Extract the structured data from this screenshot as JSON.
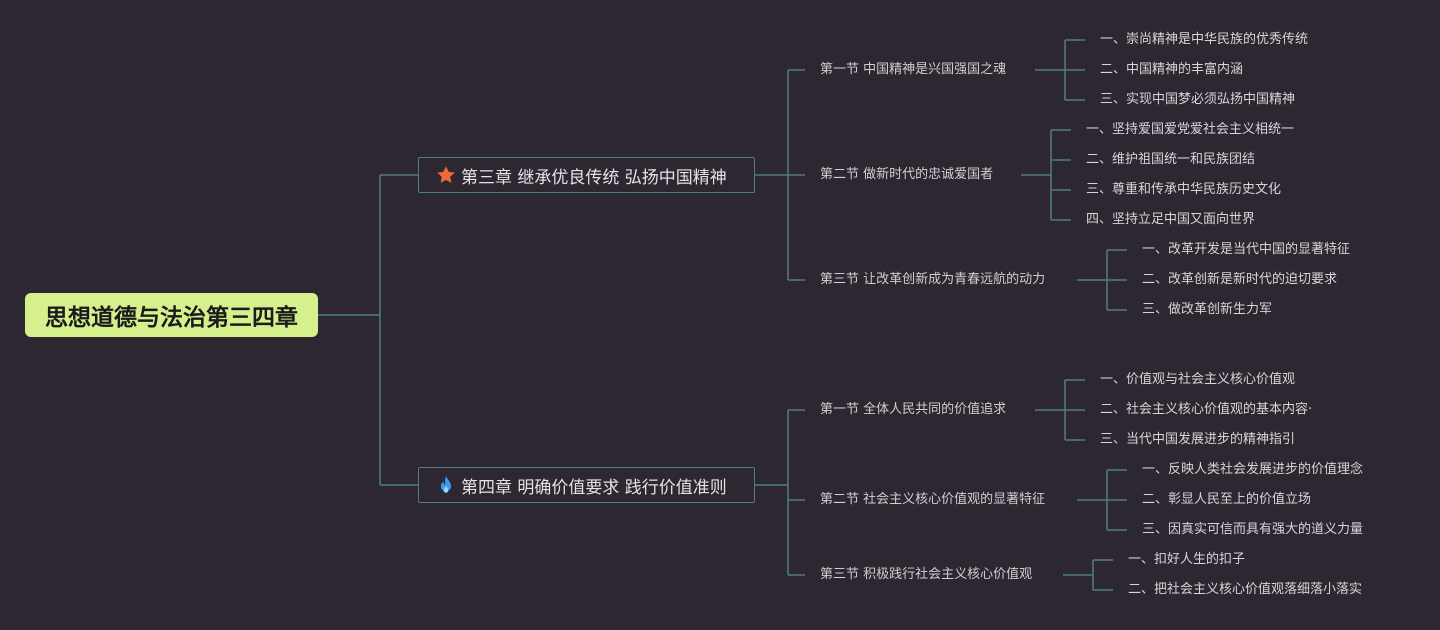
{
  "root": {
    "title": "思想道德与法治第三四章"
  },
  "chapters": [
    {
      "title": "第三章 继承优良传统 弘扬中国精神",
      "icon": "star-icon",
      "icon_color": "#ef6a3a",
      "sections": [
        {
          "title": "第一节 中国精神是兴国强国之魂",
          "items": [
            "一、崇尚精神是中华民族的优秀传统",
            "二、中国精神的丰富内涵",
            "三、实现中国梦必须弘扬中国精神"
          ]
        },
        {
          "title": "第二节 做新时代的忠诚爱国者",
          "items": [
            "一、坚持爱国爱党爱社会主义相统一",
            "二、维护祖国统一和民族团结",
            "三、尊重和传承中华民族历史文化",
            "四、坚持立足中国又面向世界"
          ]
        },
        {
          "title": "第三节 让改革创新成为青春远航的动力",
          "items": [
            "一、改革开发是当代中国的显著特征",
            "二、改革创新是新时代的迫切要求",
            "三、做改革创新生力军"
          ]
        }
      ]
    },
    {
      "title": "第四章 明确价值要求 践行价值准则",
      "icon": "flame-icon",
      "icon_color": "#3d9be9",
      "sections": [
        {
          "title": "第一节 全体人民共同的价值追求",
          "items": [
            "一、价值观与社会主义核心价值观",
            "二、社会主义核心价值观的基本内容·",
            "三、当代中国发展进步的精神指引"
          ]
        },
        {
          "title": "第二节 社会主义核心价值观的显著特征",
          "items": [
            "一、反映人类社会发展进步的价值理念",
            "二、彰显人民至上的价值立场",
            "三、因真实可信而具有强大的道义力量"
          ]
        },
        {
          "title": "第三节 积极践行社会主义核心价值观",
          "items": [
            "一、扣好人生的扣子",
            "二、把社会主义核心价值观落细落小落实"
          ]
        }
      ]
    }
  ],
  "colors": {
    "background": "#2c2731",
    "line": "#4f7d83",
    "root_fill": "#d5f08c"
  }
}
